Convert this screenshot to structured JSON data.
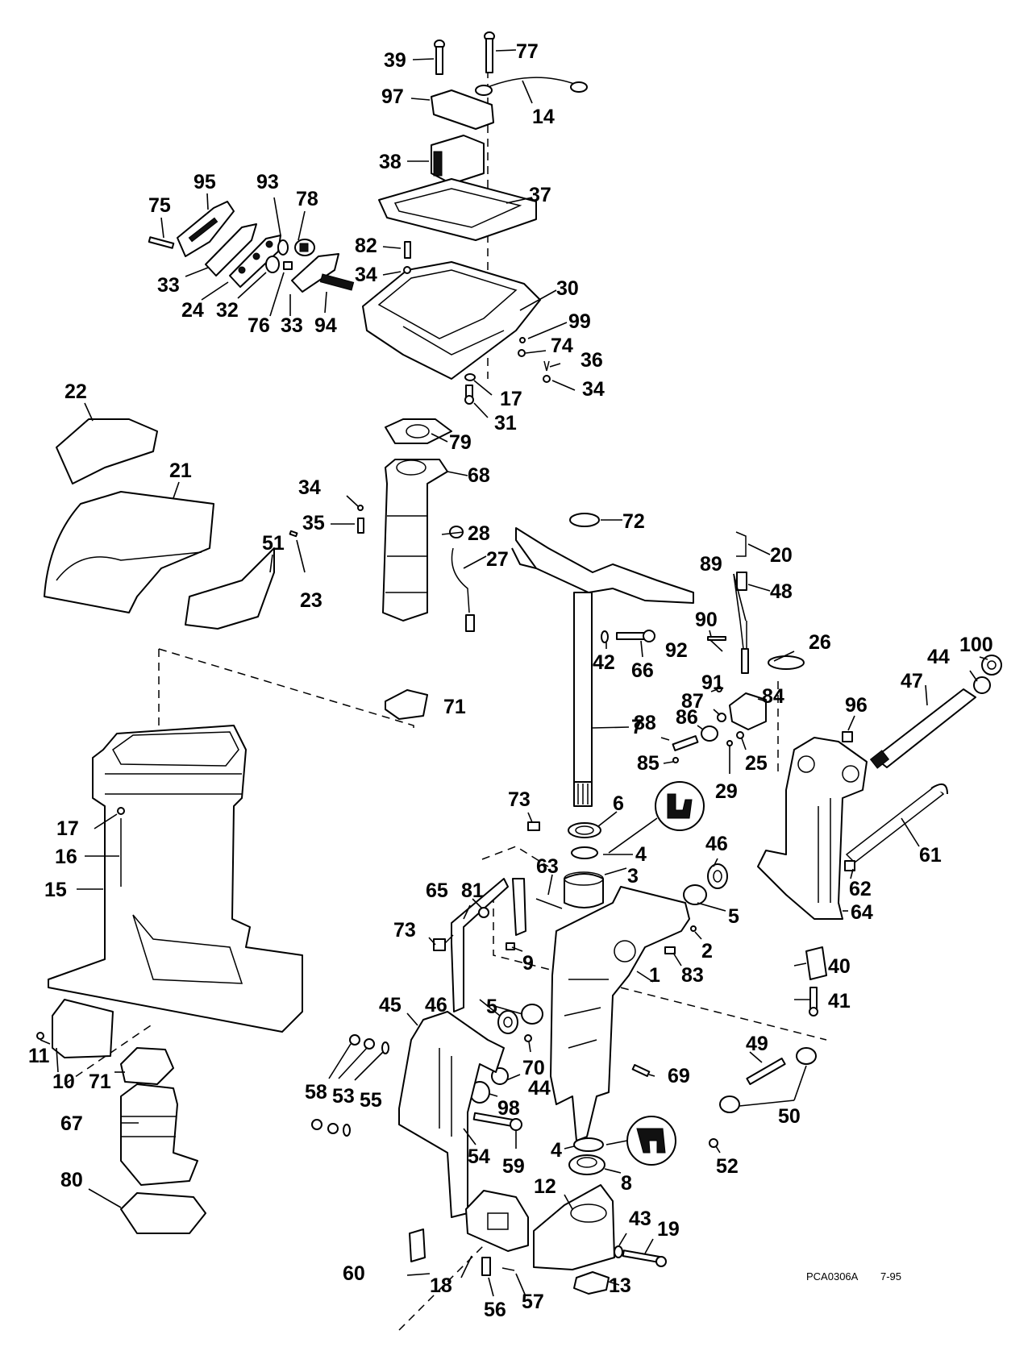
{
  "diagram": {
    "type": "exploded-parts-diagram",
    "figure_code": "PCA0306A",
    "figure_date": "7-95",
    "callouts": [
      {
        "id": "c39",
        "label": "39"
      },
      {
        "id": "c77",
        "label": "77"
      },
      {
        "id": "c97",
        "label": "97"
      },
      {
        "id": "c14",
        "label": "14"
      },
      {
        "id": "c38",
        "label": "38"
      },
      {
        "id": "c37",
        "label": "37"
      },
      {
        "id": "c95",
        "label": "95"
      },
      {
        "id": "c93",
        "label": "93"
      },
      {
        "id": "c78",
        "label": "78"
      },
      {
        "id": "c75",
        "label": "75"
      },
      {
        "id": "c82",
        "label": "82"
      },
      {
        "id": "c34a",
        "label": "34"
      },
      {
        "id": "c33a",
        "label": "33"
      },
      {
        "id": "c24",
        "label": "24"
      },
      {
        "id": "c32",
        "label": "32"
      },
      {
        "id": "c76",
        "label": "76"
      },
      {
        "id": "c33b",
        "label": "33"
      },
      {
        "id": "c94",
        "label": "94"
      },
      {
        "id": "c30",
        "label": "30"
      },
      {
        "id": "c99",
        "label": "99"
      },
      {
        "id": "c74",
        "label": "74"
      },
      {
        "id": "c36",
        "label": "36"
      },
      {
        "id": "c17a",
        "label": "17"
      },
      {
        "id": "c34b",
        "label": "34"
      },
      {
        "id": "c31",
        "label": "31"
      },
      {
        "id": "c22",
        "label": "22"
      },
      {
        "id": "c79",
        "label": "79"
      },
      {
        "id": "c21",
        "label": "21"
      },
      {
        "id": "c68",
        "label": "68"
      },
      {
        "id": "c34c",
        "label": "34"
      },
      {
        "id": "c35",
        "label": "35"
      },
      {
        "id": "c51",
        "label": "51"
      },
      {
        "id": "c28",
        "label": "28"
      },
      {
        "id": "c23",
        "label": "23"
      },
      {
        "id": "c27",
        "label": "27"
      },
      {
        "id": "c72",
        "label": "72"
      },
      {
        "id": "c20",
        "label": "20"
      },
      {
        "id": "c89",
        "label": "89"
      },
      {
        "id": "c48",
        "label": "48"
      },
      {
        "id": "c90",
        "label": "90"
      },
      {
        "id": "c42",
        "label": "42"
      },
      {
        "id": "c66",
        "label": "66"
      },
      {
        "id": "c92",
        "label": "92"
      },
      {
        "id": "c26",
        "label": "26"
      },
      {
        "id": "c100",
        "label": "100"
      },
      {
        "id": "c44a",
        "label": "44"
      },
      {
        "id": "c91",
        "label": "91"
      },
      {
        "id": "c71a",
        "label": "71"
      },
      {
        "id": "c7",
        "label": "7"
      },
      {
        "id": "c87",
        "label": "87"
      },
      {
        "id": "c84",
        "label": "84"
      },
      {
        "id": "c47",
        "label": "47"
      },
      {
        "id": "c96",
        "label": "96"
      },
      {
        "id": "c86",
        "label": "86"
      },
      {
        "id": "c88",
        "label": "88"
      },
      {
        "id": "c85",
        "label": "85"
      },
      {
        "id": "c25",
        "label": "25"
      },
      {
        "id": "c29",
        "label": "29"
      },
      {
        "id": "c73a",
        "label": "73"
      },
      {
        "id": "c6",
        "label": "6"
      },
      {
        "id": "c17b",
        "label": "17"
      },
      {
        "id": "c16",
        "label": "16"
      },
      {
        "id": "c4a",
        "label": "4"
      },
      {
        "id": "c46a",
        "label": "46"
      },
      {
        "id": "c61",
        "label": "61"
      },
      {
        "id": "c15",
        "label": "15"
      },
      {
        "id": "c81",
        "label": "81"
      },
      {
        "id": "c63",
        "label": "63"
      },
      {
        "id": "c65",
        "label": "65"
      },
      {
        "id": "c3",
        "label": "3"
      },
      {
        "id": "c62",
        "label": "62"
      },
      {
        "id": "c5a",
        "label": "5"
      },
      {
        "id": "c64",
        "label": "64"
      },
      {
        "id": "c73b",
        "label": "73"
      },
      {
        "id": "c2",
        "label": "2"
      },
      {
        "id": "c9",
        "label": "9"
      },
      {
        "id": "c1",
        "label": "1"
      },
      {
        "id": "c83",
        "label": "83"
      },
      {
        "id": "c40",
        "label": "40"
      },
      {
        "id": "c41",
        "label": "41"
      },
      {
        "id": "c45",
        "label": "45"
      },
      {
        "id": "c46b",
        "label": "46"
      },
      {
        "id": "c5b",
        "label": "5"
      },
      {
        "id": "c11",
        "label": "11"
      },
      {
        "id": "c10",
        "label": "10"
      },
      {
        "id": "c71b",
        "label": "71"
      },
      {
        "id": "c70",
        "label": "70"
      },
      {
        "id": "c69",
        "label": "69"
      },
      {
        "id": "c58",
        "label": "58"
      },
      {
        "id": "c53",
        "label": "53"
      },
      {
        "id": "c55",
        "label": "55"
      },
      {
        "id": "c44b",
        "label": "44"
      },
      {
        "id": "c98",
        "label": "98"
      },
      {
        "id": "c49",
        "label": "49"
      },
      {
        "id": "c50",
        "label": "50"
      },
      {
        "id": "c4b",
        "label": "4"
      },
      {
        "id": "c54",
        "label": "54"
      },
      {
        "id": "c59",
        "label": "59"
      },
      {
        "id": "c52",
        "label": "52"
      },
      {
        "id": "c67",
        "label": "67"
      },
      {
        "id": "c8",
        "label": "8"
      },
      {
        "id": "c12",
        "label": "12"
      },
      {
        "id": "c43",
        "label": "43"
      },
      {
        "id": "c19",
        "label": "19"
      },
      {
        "id": "c80",
        "label": "80"
      },
      {
        "id": "c60",
        "label": "60"
      },
      {
        "id": "c18",
        "label": "18"
      },
      {
        "id": "c13",
        "label": "13"
      },
      {
        "id": "c56",
        "label": "56"
      },
      {
        "id": "c57",
        "label": "57"
      }
    ]
  }
}
